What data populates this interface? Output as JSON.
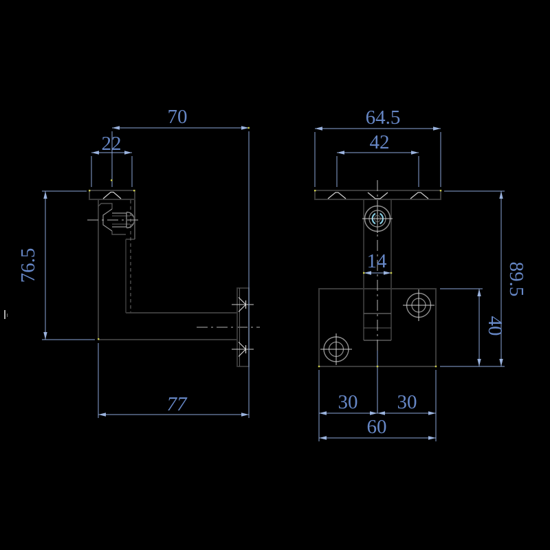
{
  "drawing": {
    "description": "Two-view CAD dimension drawing of a handrail wall bracket on black background",
    "background": "#000000",
    "colors": {
      "geometry_outline": "#3a3a3a",
      "geometry_detail": "#8f8f8f",
      "geometry_bright": "#cdcdcd",
      "dimension_line": "#8ba6d7",
      "dimension_text": "#6687c6",
      "highlight_cyan": "#85cbe1",
      "endpoint_marker": "#cbcc49"
    },
    "side_view": {
      "labels": {
        "dim_70": "70",
        "dim_22": "22",
        "dim_76_5": "76.5",
        "dim_77": "77"
      }
    },
    "front_view": {
      "labels": {
        "dim_64_5": "64.5",
        "dim_42": "42",
        "dim_14": "14",
        "dim_89_5": "89.5",
        "dim_40": "40",
        "dim_30_left": "30",
        "dim_30_right": "30",
        "dim_60": "60"
      }
    }
  }
}
